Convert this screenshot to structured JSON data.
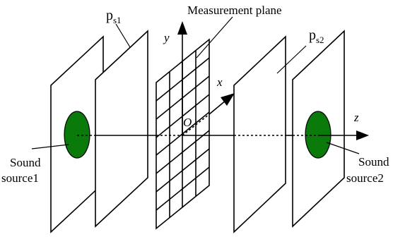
{
  "labels": {
    "measurement_plane": "Measurement plane",
    "ps1_main": "p",
    "ps1_sub": "s1",
    "ps2_main": "p",
    "ps2_sub": "s2",
    "axis_y": "y",
    "axis_x": "x",
    "axis_z": "z",
    "origin": "O",
    "source1_line1": "Sound",
    "source1_line2": "source1",
    "source2_line1": "Sound",
    "source2_line2": "source2"
  },
  "colors": {
    "source_fill": "#0a7a0a",
    "line": "#000000",
    "background": "#ffffff"
  }
}
